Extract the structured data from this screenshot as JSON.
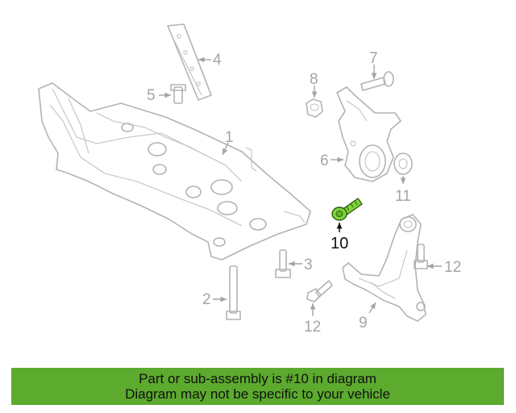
{
  "callouts": {
    "c1": "1",
    "c2": "2",
    "c3": "3",
    "c4": "4",
    "c5": "5",
    "c6": "6",
    "c7": "7",
    "c8": "8",
    "c9": "9",
    "c10": "10",
    "c11": "11",
    "c12a": "12",
    "c12b": "12"
  },
  "highlight": {
    "part_number": "10",
    "color": "#7fd43a"
  },
  "banner": {
    "line1": "Part or sub-assembly is #10 in diagram",
    "line2": "Diagram may not be specific to your vehicle",
    "color": "#5caa2e"
  }
}
